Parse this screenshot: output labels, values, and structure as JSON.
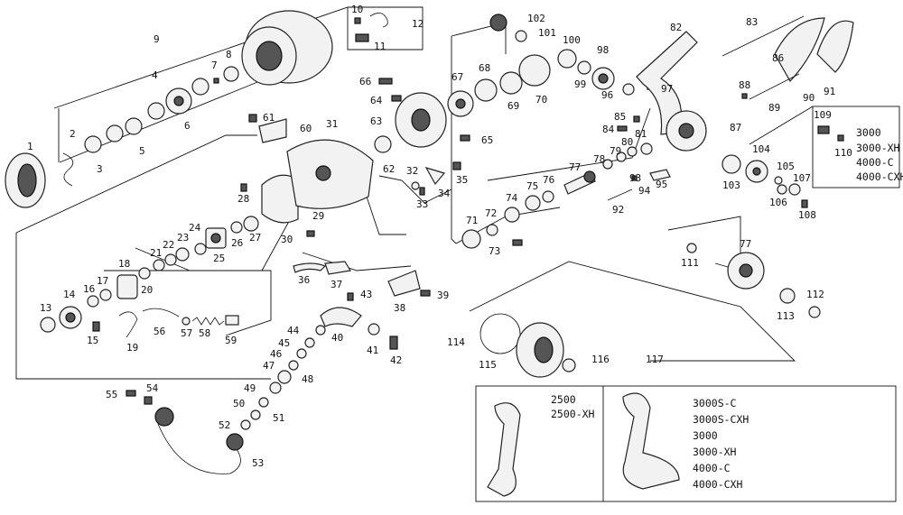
{
  "callouts": [
    {
      "id": "1",
      "text": "1"
    },
    {
      "id": "2",
      "text": "2"
    },
    {
      "id": "3",
      "text": "3"
    },
    {
      "id": "4",
      "text": "4"
    },
    {
      "id": "5",
      "text": "5"
    },
    {
      "id": "6",
      "text": "6"
    },
    {
      "id": "7",
      "text": "7"
    },
    {
      "id": "8",
      "text": "8"
    },
    {
      "id": "9",
      "text": "9"
    },
    {
      "id": "10",
      "text": "10"
    },
    {
      "id": "11",
      "text": "11"
    },
    {
      "id": "12",
      "text": "12"
    },
    {
      "id": "13",
      "text": "13"
    },
    {
      "id": "14",
      "text": "14"
    },
    {
      "id": "15",
      "text": "15"
    },
    {
      "id": "16",
      "text": "16"
    },
    {
      "id": "17",
      "text": "17"
    },
    {
      "id": "18",
      "text": "18"
    },
    {
      "id": "19",
      "text": "19"
    },
    {
      "id": "20",
      "text": "20"
    },
    {
      "id": "21",
      "text": "21"
    },
    {
      "id": "22",
      "text": "22"
    },
    {
      "id": "23",
      "text": "23"
    },
    {
      "id": "24",
      "text": "24"
    },
    {
      "id": "25",
      "text": "25"
    },
    {
      "id": "26",
      "text": "26"
    },
    {
      "id": "27",
      "text": "27"
    },
    {
      "id": "28",
      "text": "28"
    },
    {
      "id": "29",
      "text": "29"
    },
    {
      "id": "30",
      "text": "30"
    },
    {
      "id": "31",
      "text": "31"
    },
    {
      "id": "32",
      "text": "32"
    },
    {
      "id": "33",
      "text": "33"
    },
    {
      "id": "34",
      "text": "34"
    },
    {
      "id": "35",
      "text": "35"
    },
    {
      "id": "36",
      "text": "36"
    },
    {
      "id": "37",
      "text": "37"
    },
    {
      "id": "38",
      "text": "38"
    },
    {
      "id": "39",
      "text": "39"
    },
    {
      "id": "40",
      "text": "40"
    },
    {
      "id": "41",
      "text": "41"
    },
    {
      "id": "42",
      "text": "42"
    },
    {
      "id": "43",
      "text": "43"
    },
    {
      "id": "44",
      "text": "44"
    },
    {
      "id": "45",
      "text": "45"
    },
    {
      "id": "46",
      "text": "46"
    },
    {
      "id": "47",
      "text": "47"
    },
    {
      "id": "48",
      "text": "48"
    },
    {
      "id": "49",
      "text": "49"
    },
    {
      "id": "50",
      "text": "50"
    },
    {
      "id": "51",
      "text": "51"
    },
    {
      "id": "52",
      "text": "52"
    },
    {
      "id": "53",
      "text": "53"
    },
    {
      "id": "54",
      "text": "54"
    },
    {
      "id": "55",
      "text": "55"
    },
    {
      "id": "56",
      "text": "56"
    },
    {
      "id": "57",
      "text": "57"
    },
    {
      "id": "58",
      "text": "58"
    },
    {
      "id": "59",
      "text": "59"
    },
    {
      "id": "60",
      "text": "60"
    },
    {
      "id": "61",
      "text": "61"
    },
    {
      "id": "62",
      "text": "62"
    },
    {
      "id": "63",
      "text": "63"
    },
    {
      "id": "64",
      "text": "64"
    },
    {
      "id": "65",
      "text": "65"
    },
    {
      "id": "66",
      "text": "66"
    },
    {
      "id": "67",
      "text": "67"
    },
    {
      "id": "68",
      "text": "68"
    },
    {
      "id": "69",
      "text": "69"
    },
    {
      "id": "70",
      "text": "70"
    },
    {
      "id": "71",
      "text": "71"
    },
    {
      "id": "72",
      "text": "72"
    },
    {
      "id": "73",
      "text": "73"
    },
    {
      "id": "74",
      "text": "74"
    },
    {
      "id": "75",
      "text": "75"
    },
    {
      "id": "76",
      "text": "76"
    },
    {
      "id": "77a",
      "text": "77"
    },
    {
      "id": "77b",
      "text": "77"
    },
    {
      "id": "78",
      "text": "78"
    },
    {
      "id": "79",
      "text": "79"
    },
    {
      "id": "80",
      "text": "80"
    },
    {
      "id": "81",
      "text": "81"
    },
    {
      "id": "82",
      "text": "82"
    },
    {
      "id": "83",
      "text": "83"
    },
    {
      "id": "84",
      "text": "84"
    },
    {
      "id": "85",
      "text": "85"
    },
    {
      "id": "86",
      "text": "86"
    },
    {
      "id": "87",
      "text": "87"
    },
    {
      "id": "88",
      "text": "88"
    },
    {
      "id": "89",
      "text": "89"
    },
    {
      "id": "90",
      "text": "90"
    },
    {
      "id": "91",
      "text": "91"
    },
    {
      "id": "92",
      "text": "92"
    },
    {
      "id": "93",
      "text": "93"
    },
    {
      "id": "94",
      "text": "94"
    },
    {
      "id": "95",
      "text": "95"
    },
    {
      "id": "96",
      "text": "96"
    },
    {
      "id": "97",
      "text": "97"
    },
    {
      "id": "98",
      "text": "98"
    },
    {
      "id": "99",
      "text": "99"
    },
    {
      "id": "100",
      "text": "100"
    },
    {
      "id": "101",
      "text": "101"
    },
    {
      "id": "102",
      "text": "102"
    },
    {
      "id": "103",
      "text": "103"
    },
    {
      "id": "104",
      "text": "104"
    },
    {
      "id": "105",
      "text": "105"
    },
    {
      "id": "106",
      "text": "106"
    },
    {
      "id": "107",
      "text": "107"
    },
    {
      "id": "108",
      "text": "108"
    },
    {
      "id": "109",
      "text": "109"
    },
    {
      "id": "110",
      "text": "110"
    },
    {
      "id": "111",
      "text": "111"
    },
    {
      "id": "112",
      "text": "112"
    },
    {
      "id": "113",
      "text": "113"
    },
    {
      "id": "114",
      "text": "114"
    },
    {
      "id": "115",
      "text": "115"
    },
    {
      "id": "116",
      "text": "116"
    },
    {
      "id": "117",
      "text": "117"
    }
  ],
  "model_box_109": {
    "lines": [
      "3000",
      "3000-XH",
      "4000-C",
      "4000-CXH"
    ]
  },
  "handle_box_117": {
    "left": {
      "lines": [
        "2500",
        "2500-XH"
      ]
    },
    "right": {
      "lines": [
        "3000S-C",
        "3000S-CXH",
        "3000",
        "3000-XH",
        "4000-C",
        "4000-CXH"
      ]
    }
  },
  "colors": {
    "ink": "#111111",
    "part_fill": "#f2f2f2",
    "dark_fill": "#555555",
    "background": "#ffffff"
  }
}
